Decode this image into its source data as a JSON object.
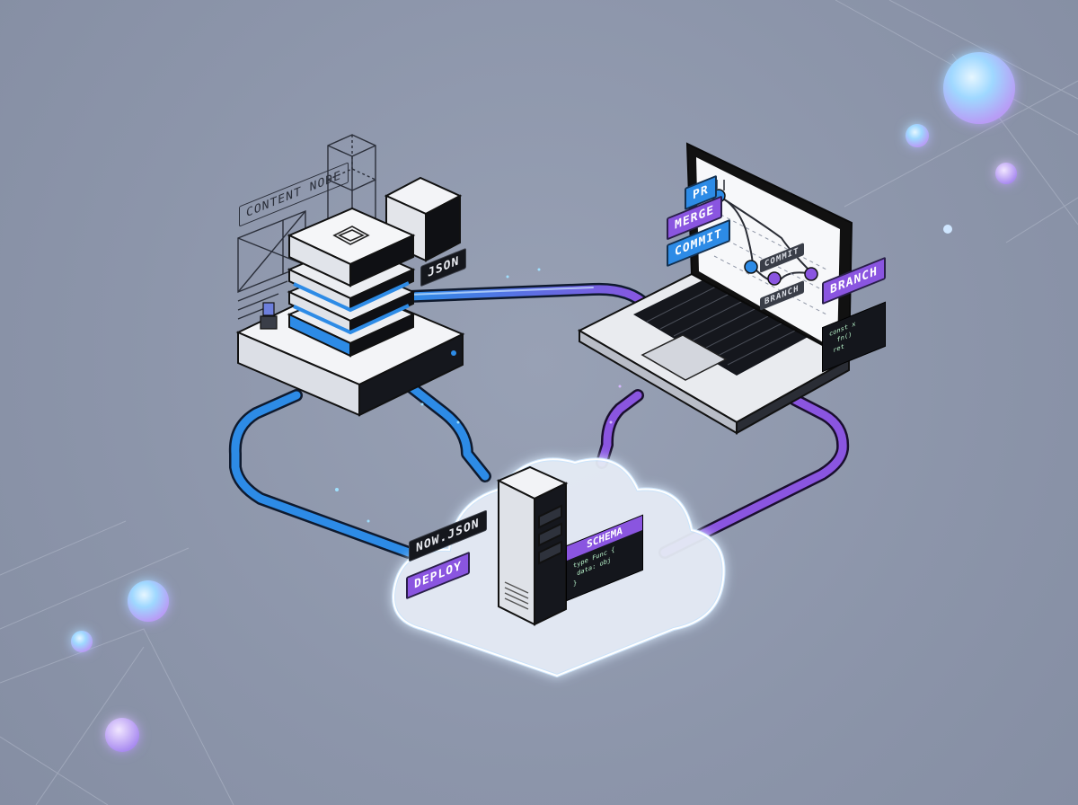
{
  "scene": {
    "background_color": "#8f98ad",
    "accent_blue": "#2d8be6",
    "accent_purple": "#8a55e0"
  },
  "nodes": {
    "content_server": {
      "label_content_node": "CONTENT NODE",
      "label_json": "JSON"
    },
    "laptop": {
      "tags": [
        "PR",
        "MERGE",
        "COMMIT"
      ],
      "branch_label": "BRANCH",
      "graph_labels": [
        "COMMIT",
        "BRANCH"
      ]
    },
    "cloud": {
      "label_file": "NOW.JSON",
      "label_deploy": "DEPLOY",
      "code_panel_title": "SCHEMA"
    }
  }
}
